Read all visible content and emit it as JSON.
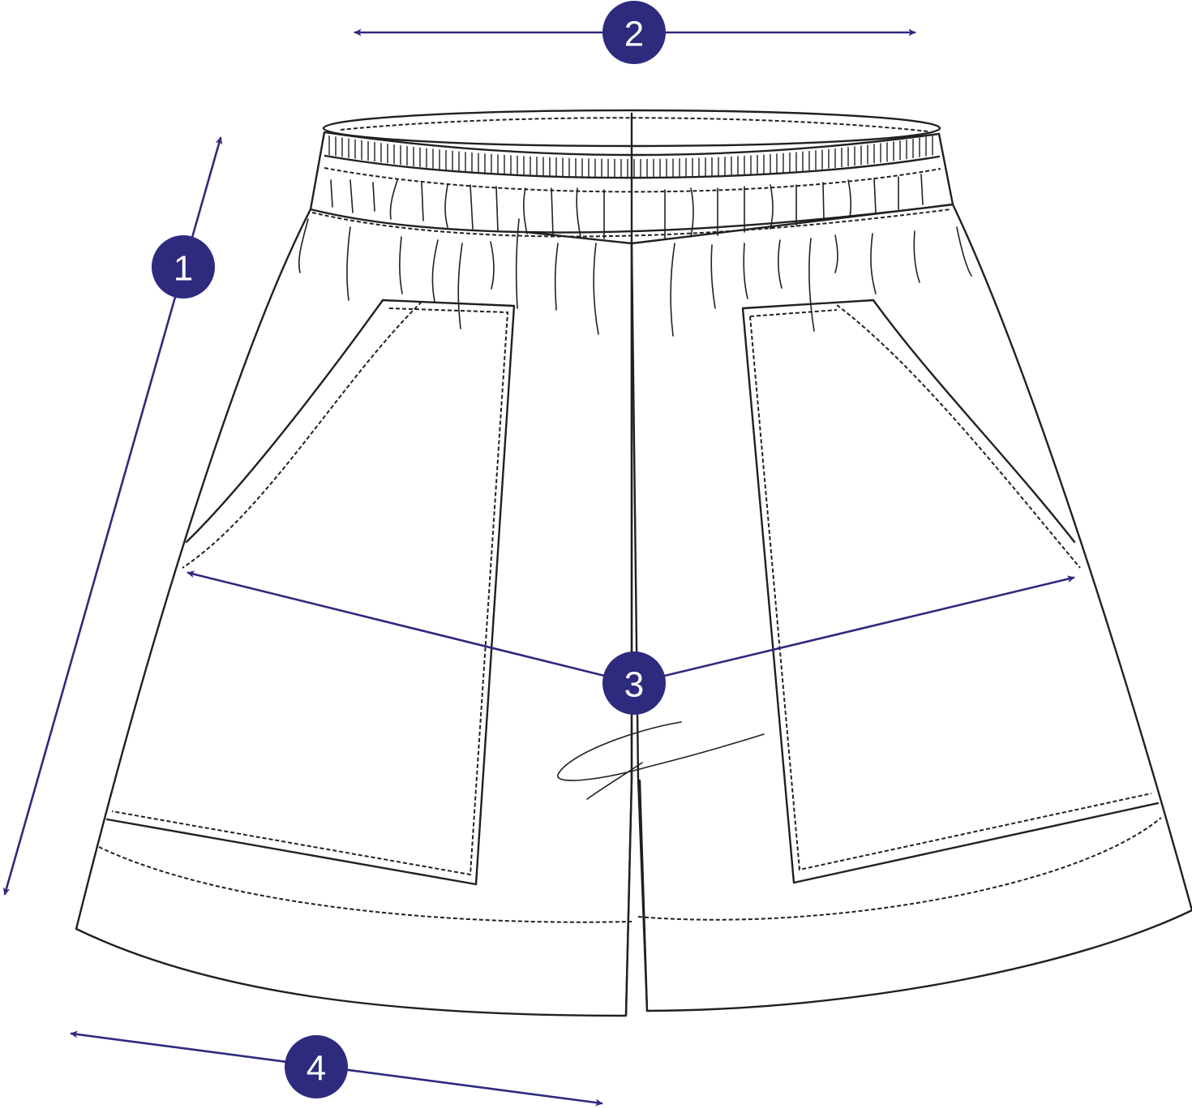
{
  "colors": {
    "measure_line": "#2e2a7e",
    "badge_fill": "#2e2a7e",
    "badge_text": "#ffffff",
    "outline": "#231f20"
  },
  "measurements": [
    {
      "id": "1",
      "label": "1"
    },
    {
      "id": "2",
      "label": "2"
    },
    {
      "id": "3",
      "label": "3"
    },
    {
      "id": "4",
      "label": "4"
    }
  ]
}
